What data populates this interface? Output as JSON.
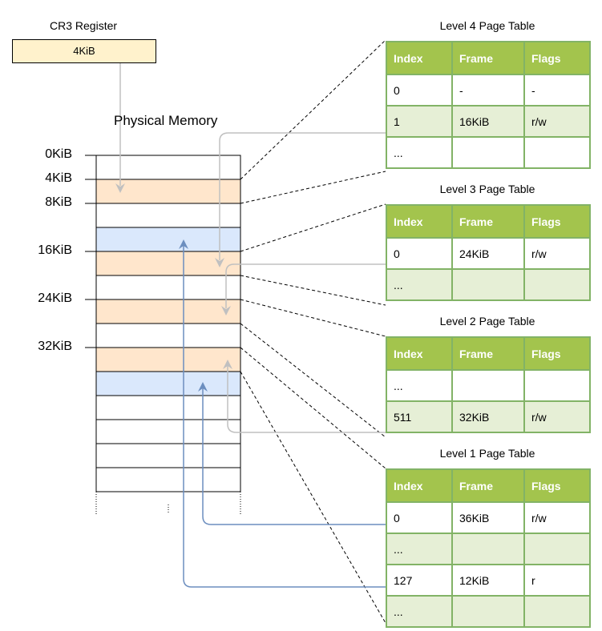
{
  "cr3": {
    "title": "CR3 Register",
    "value": "4KiB"
  },
  "memory": {
    "title": "Physical Memory",
    "addresses": [
      "0KiB",
      "4KiB",
      "8KiB",
      "16KiB",
      "24KiB",
      "32KiB"
    ]
  },
  "tables": [
    {
      "title": "Level 4 Page Table",
      "headers": [
        "Index",
        "Frame",
        "Flags"
      ],
      "rows": [
        [
          "0",
          "-",
          "-"
        ],
        [
          "1",
          "16KiB",
          "r/w"
        ],
        [
          "...",
          "",
          ""
        ]
      ]
    },
    {
      "title": "Level 3 Page Table",
      "headers": [
        "Index",
        "Frame",
        "Flags"
      ],
      "rows": [
        [
          "0",
          "24KiB",
          "r/w"
        ],
        [
          "...",
          "",
          ""
        ]
      ]
    },
    {
      "title": "Level 2 Page Table",
      "headers": [
        "Index",
        "Frame",
        "Flags"
      ],
      "rows": [
        [
          "...",
          "",
          ""
        ],
        [
          "511",
          "32KiB",
          "r/w"
        ]
      ]
    },
    {
      "title": "Level 1 Page Table",
      "headers": [
        "Index",
        "Frame",
        "Flags"
      ],
      "rows": [
        [
          "0",
          "36KiB",
          "r/w"
        ],
        [
          "...",
          "",
          ""
        ],
        [
          "127",
          "12KiB",
          "r"
        ],
        [
          "...",
          "",
          ""
        ]
      ]
    }
  ],
  "colors": {
    "page_table_frame": "#ffe6cc",
    "mapped_frame": "#dae8fc",
    "register_fill": "#fff2cc",
    "table_header": "#a3c44d",
    "table_border": "#82b366",
    "table_shaded_row": "#e6efd6",
    "gray_arrow": "#c0c0c0",
    "blue_arrow": "#6c8ebf"
  }
}
